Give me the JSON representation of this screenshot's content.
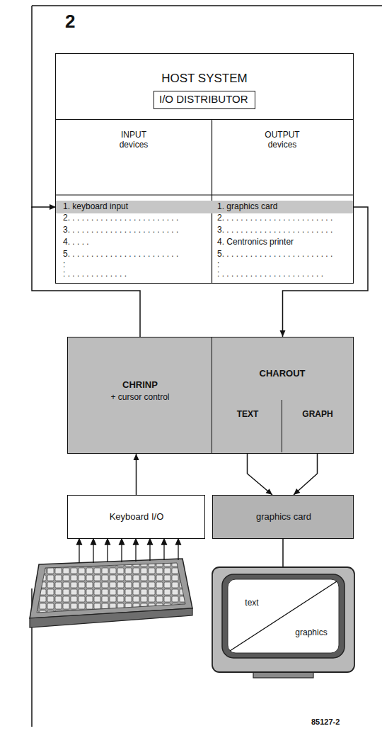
{
  "diagram": {
    "nodes": [
      {
        "text": [
          "HOST SYSTEM"
        ]
      },
      {
        "text": [
          "I/O DISTRIBUTOR"
        ],
        "in": 0
      },
      {
        "text": [
          "INPUT devices"
        ],
        "in": 0
      },
      {
        "text": [
          "1. keyboard input"
        ],
        "in": 2
      },
      {
        "text": [
          "OUTPUT devices"
        ],
        "in": 0
      },
      {
        "text": [
          "1. graphics card"
        ],
        "in": 4
      },
      {
        "text": [
          "CHRINP",
          "+ cursor control"
        ]
      },
      {
        "text": [
          "CHAROUT"
        ]
      },
      {
        "text": [
          "TEXT"
        ],
        "in": 7
      },
      {
        "text": [
          "GRAPH"
        ],
        "in": 7
      },
      {
        "text": [
          "Keyboard I/O"
        ]
      },
      {
        "text": [
          "graphics card"
        ]
      },
      {
        "text": [
          "text",
          "graphics"
        ]
      }
    ],
    "edges": [
      {
        "from": 6,
        "to": 3,
        "arrow": "to"
      },
      {
        "from": 5,
        "to": 7,
        "arrow": "to"
      },
      {
        "from": 10,
        "to": 6,
        "arrow": "to"
      },
      {
        "from": 7,
        "to": 8,
        "arrow": "to"
      },
      {
        "from": 7,
        "to": 9,
        "arrow": "to"
      },
      {
        "from": 8,
        "to": 11,
        "arrow": "to"
      },
      {
        "from": 9,
        "to": 11,
        "arrow": "to"
      },
      {
        "from": 11,
        "to": 12,
        "arrow": "none"
      }
    ],
    "labels": [
      "2",
      "2. . . . . . . . . . . . . . . . . . . . . . . .",
      "3. . . . . . . . . . . . . . . . . . . . . . . .",
      "4. . . . .",
      "5. . . . . . . . . . . . . . . . . . . . . . . .",
      ":",
      ": . . . . . . . . . . . . .",
      "2. . . . . . . . . . . . . . . . . . . . . . . .",
      "3. . . . . . . . . . . . . . . . . . . . . . . .",
      "4. Centronics printer",
      "5. . . . . . . . . . . . . . . . . . . . . . . .",
      ":",
      ": . . . . . . . . . . . . . . . . . . . . . .",
      "85127-2"
    ]
  }
}
